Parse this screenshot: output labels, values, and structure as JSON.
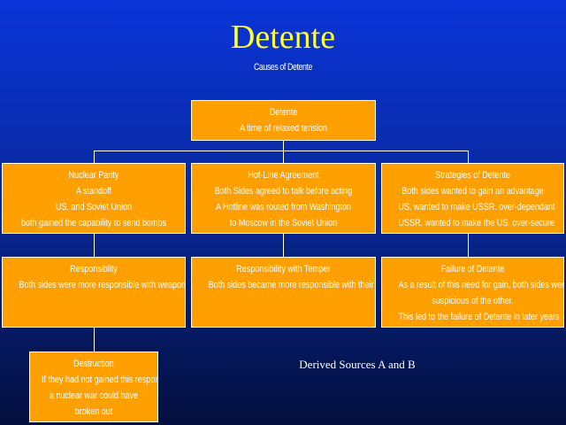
{
  "title": "Detente",
  "subtitle": "Causes of Detente",
  "root": {
    "lines": [
      "Detente",
      "A time of relaxed tension"
    ]
  },
  "level1": [
    {
      "lines": [
        "Nuclear Parity",
        "A standoff",
        "US. and Soviet Union",
        "both gained the capability to send bombs"
      ]
    },
    {
      "lines": [
        "Hot-Line Agreement",
        "Both Sides agreed to talk before acting",
        "A Hotline was routed from Washington",
        "to Moscow in the Soviet Union"
      ]
    },
    {
      "lines": [
        "Strategies of Detente",
        "Both sides wanted to gain an advantage",
        "US. wanted to make USSR. over-dependant",
        "USSR. wanted to make the US. over-secure"
      ]
    }
  ],
  "level2": [
    {
      "lines": [
        "Responsiblity",
        "Both sides were more responsible with weapon-use"
      ]
    },
    {
      "lines": [
        "Responsibility with Temper",
        "Both sides became more responsible with their feelings"
      ]
    },
    {
      "lines": [
        "Failure of Detente",
        "As a result of this need for gain, both sides were still",
        "suspicious of the other.",
        "This led to the failure of Detente in later years"
      ]
    }
  ],
  "level3": {
    "lines": [
      "Destruction",
      "If they had not gained this responsiblity,",
      "a nuclear war could have",
      "broken out"
    ]
  },
  "source_note": "Derived Sources A and B",
  "colors": {
    "background_top": "#0a34d8",
    "background_bottom": "#03103f",
    "title": "#ffff33",
    "node_fill": "#ffa000",
    "node_border": "#ffffff",
    "text": "#ffffff"
  }
}
